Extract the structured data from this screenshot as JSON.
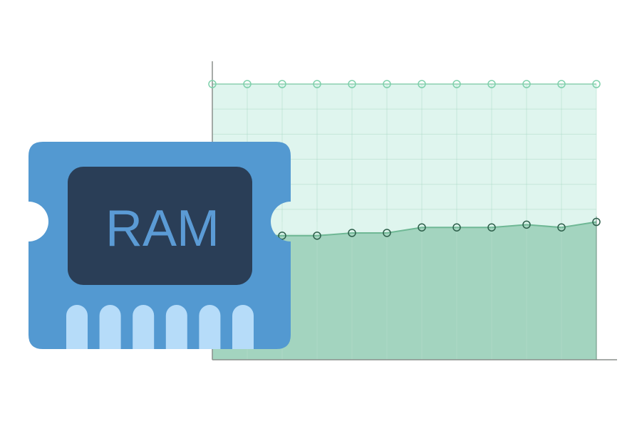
{
  "ram_chip": {
    "label": "RAM",
    "icon": "ram-chip-icon",
    "colors": {
      "body": "#5399d1",
      "screen": "#2a3e57",
      "label": "#5b9bd5",
      "pins": "#b6dcf9"
    },
    "pin_count": 6
  },
  "chart_data": {
    "type": "area",
    "title": "",
    "xlabel": "",
    "ylabel": "",
    "ylim": [
      0,
      1
    ],
    "grid": true,
    "x": [
      0,
      1,
      2,
      3,
      4,
      5,
      6,
      7,
      8,
      9,
      10,
      11
    ],
    "series": [
      {
        "role": "capacity",
        "color": "#dff5ee",
        "line_color": "#a8dcc4",
        "marker_color": "#7fd1ac",
        "values": [
          1,
          1,
          1,
          1,
          1,
          1,
          1,
          1,
          1,
          1,
          1,
          1
        ]
      },
      {
        "role": "usage",
        "color": "#a3d4bf",
        "line_color": "#6fb895",
        "marker_color": "#2d5e4a",
        "values": [
          null,
          null,
          0.45,
          0.45,
          0.46,
          0.46,
          0.48,
          0.48,
          0.48,
          0.49,
          0.48,
          0.5
        ]
      }
    ]
  }
}
